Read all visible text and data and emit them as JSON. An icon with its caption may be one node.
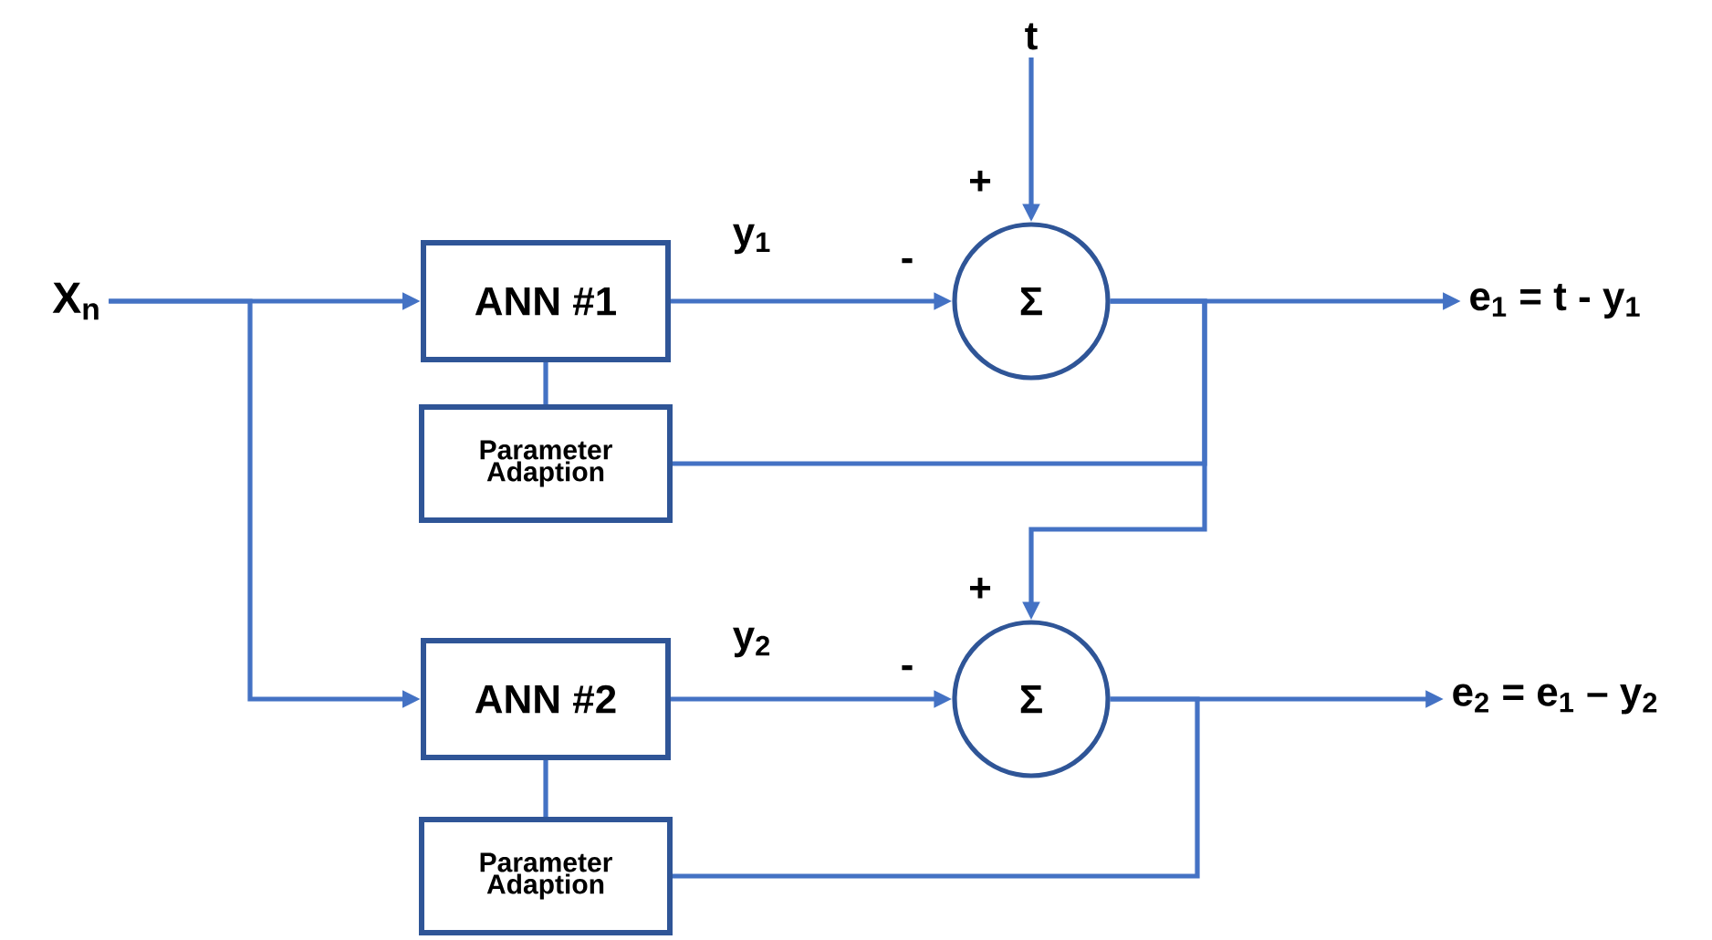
{
  "diagram": {
    "nodes": [
      {
        "text": [
          "X$_{n}$"
        ]
      },
      {
        "text": [
          "ANN #1"
        ]
      },
      {
        "text": [
          "Parameter Adaption"
        ]
      },
      {
        "text": [
          "t"
        ]
      },
      {
        "text": [
          "Σ"
        ]
      },
      {
        "text": [
          "e$_{1}$ = t - y$_{1}$"
        ]
      },
      {
        "text": [
          "ANN #2"
        ]
      },
      {
        "text": [
          "Parameter Adaption"
        ]
      },
      {
        "text": [
          "Σ"
        ]
      },
      {
        "text": [
          "e$_{2}$ = e$_{1}$ – y$_{2}$"
        ]
      }
    ],
    "edges": [
      {
        "from": 0,
        "to": 1,
        "arrow": "to"
      },
      {
        "from": 0,
        "to": 6,
        "arrow": "to"
      },
      {
        "from": 1,
        "to": 2,
        "arrow": "none"
      },
      {
        "from": 1,
        "to": 4,
        "arrow": "to",
        "label": "y$_{1}$"
      },
      {
        "from": 3,
        "to": 4,
        "arrow": "to"
      },
      {
        "from": 4,
        "to": 5,
        "arrow": "to"
      },
      {
        "from": 4,
        "to": 2,
        "arrow": "none"
      },
      {
        "from": 4,
        "to": 8,
        "arrow": "to"
      },
      {
        "from": 6,
        "to": 7,
        "arrow": "none"
      },
      {
        "from": 6,
        "to": 8,
        "arrow": "to",
        "label": "y$_{2}$"
      },
      {
        "from": 8,
        "to": 9,
        "arrow": "to"
      },
      {
        "from": 8,
        "to": 7,
        "arrow": "none"
      }
    ],
    "labels": [
      "+",
      "-",
      "+",
      "-"
    ]
  }
}
